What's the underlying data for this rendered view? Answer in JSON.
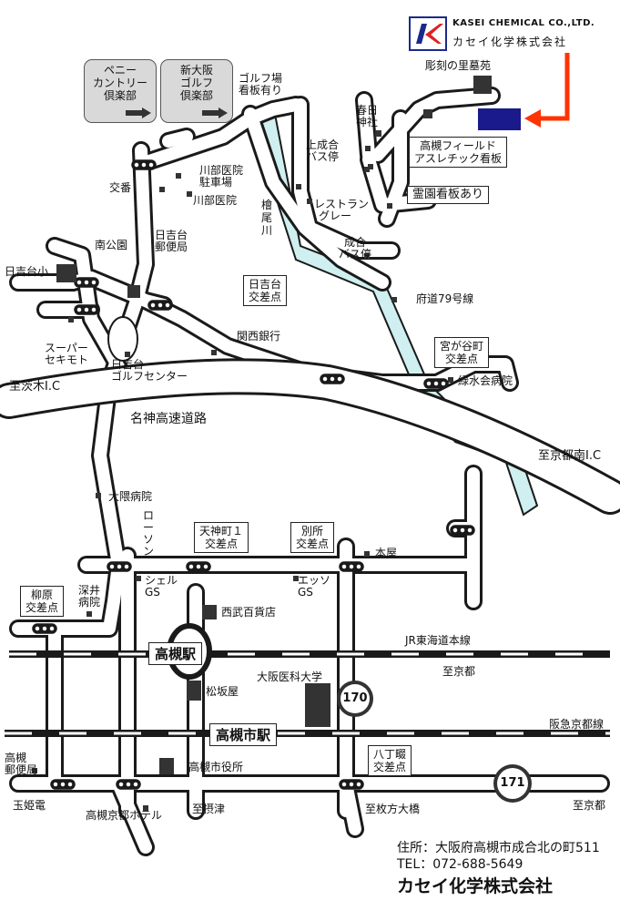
{
  "company": {
    "logo_en": "KASEI CHEMICAL CO.,LTD.",
    "logo_ja": "カセイ化学株式会社",
    "address": "住所：大阪府高槻市成合北の町511",
    "tel": "TEL：072-688-5649",
    "name": "カセイ化学株式会社"
  },
  "colors": {
    "road_fill": "#ffffff",
    "road_stroke": "#1a1a1a",
    "river_fill": "#cfeff0",
    "destination": "#1a1a8c",
    "pointer_arrow": "#ff3300",
    "building": "#333333"
  },
  "boxes": {
    "penny": [
      "ペニー",
      "カントリー",
      "倶楽部"
    ],
    "shinosaka": [
      "新大阪",
      "ゴルフ",
      "倶楽部"
    ],
    "athletic": [
      "高槻フィールド",
      "アスレチック看板"
    ],
    "cemetery": "霊園看板あり",
    "hiyoshidai": [
      "日吉台",
      "交差点"
    ],
    "miyagadani": [
      "宮が谷町",
      "交差点"
    ],
    "tenjin": [
      "天神町１",
      "交差点"
    ],
    "bessho": [
      "別所",
      "交差点"
    ],
    "yanagihara": [
      "柳原",
      "交差点"
    ],
    "hacchonawate": [
      "八丁畷",
      "交差点"
    ],
    "takatsuki_st": "高槻駅",
    "takatsukishi_st": "高槻市駅"
  },
  "labels": {
    "golf_sign": "ゴルフ場",
    "golf_sign2": "看板有り",
    "choukoku": "彫刻の里墓苑",
    "kasuga": "春日",
    "kasuga2": "神社",
    "kaminariai": "上成合",
    "kaminariai2": "バス停",
    "restaurant": "レストラン",
    "restaurant2": "グレー",
    "kawabe_parking": "川部医院",
    "kawabe_parking2": "駐車場",
    "kawabe": "川部医院",
    "koban": "交番",
    "minamikoen": "南公園",
    "hiyoshi_elem": "日吉台小",
    "hiyoshi_post": "日吉台",
    "hiyoshi_post2": "郵便局",
    "river": "檜尾川",
    "nariai_bus": "成合",
    "nariai_bus2": "バス停",
    "prefroad": "府道79号線",
    "kansai_bank": "関西銀行",
    "super": "スーパー",
    "super2": "セキモト",
    "golf_center": "日吉台",
    "golf_center2": "ゴルフセンター",
    "ryokusui": "緑水会病院",
    "ibaraki_ic": "至茨木I.C",
    "meishin": "名神高速道路",
    "kyotominami_ic": "至京都南I.C",
    "okuma": "大隈病院",
    "lawson": "ローソン",
    "honya": "本屋",
    "shell": "シェル",
    "shell2": "GS",
    "esso": "エッソ",
    "esso2": "GS",
    "seibu": "西武百貨店",
    "fukai": "深井",
    "fukai2": "病院",
    "jr": "JR東海道本線",
    "to_kyoto1": "至京都",
    "matsuzakaya": "松坂屋",
    "omc": "大阪医科大学",
    "route170": "170",
    "hankyu": "阪急京都線",
    "post_takatsuki": "高槻",
    "post_takatsuki2": "郵便局",
    "city_hall": "高槻市役所",
    "route171": "171",
    "tamahime": "玉姫電",
    "kyoto_hotel": "高槻京都ホテル",
    "to_settsu": "至摂津",
    "to_hirakata": "至枚方大橋",
    "to_kyoto2": "至京都"
  }
}
